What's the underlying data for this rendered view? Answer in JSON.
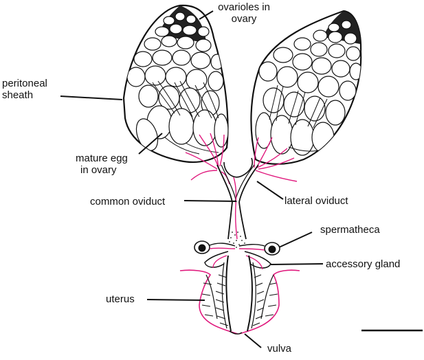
{
  "labels": {
    "ovarioles_line1": "ovarioles in",
    "ovarioles_line2": "ovary",
    "peritoneal_line1": "peritoneal",
    "peritoneal_line2": "sheath",
    "mature_line1": "mature egg",
    "mature_line2": "in ovary",
    "common_oviduct": "common oviduct",
    "lateral_oviduct": "lateral oviduct",
    "spermatheca": "spermatheca",
    "accessory_gland": "accessory gland",
    "uterus": "uterus",
    "vulva": "vulva"
  },
  "colors": {
    "ink": "#111111",
    "tracheae": "#e0197d",
    "background": "#ffffff"
  }
}
